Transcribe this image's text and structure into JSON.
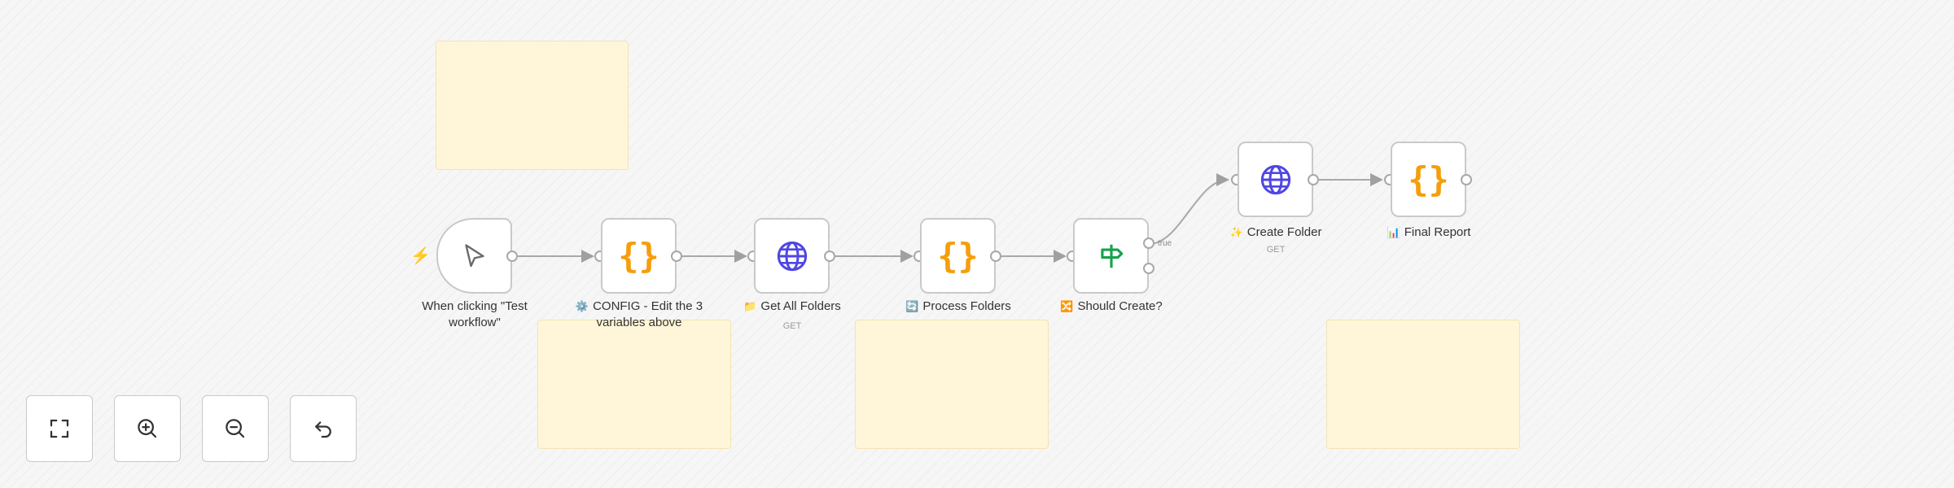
{
  "nodes": {
    "trigger": {
      "label": "When clicking \"Test workflow\""
    },
    "config": {
      "emoji": "⚙️",
      "label": "CONFIG - Edit the 3 variables above"
    },
    "get_folders": {
      "emoji": "📁",
      "label": "Get All Folders",
      "method": "GET"
    },
    "process": {
      "emoji": "🔄",
      "label": "Process Folders"
    },
    "should_create": {
      "emoji": "🔀",
      "label": "Should Create?",
      "true_branch": "true"
    },
    "create_folder": {
      "emoji": "✨",
      "label": "Create Folder",
      "method": "GET"
    },
    "final_report": {
      "emoji": "📊",
      "label": "Final Report"
    }
  },
  "colors": {
    "accent_blue": "#4f46e5",
    "code_orange": "#f59e0b",
    "if_green": "#16a34a",
    "trigger_red": "#ef4444",
    "sticky": "#fff6d9"
  },
  "controls": {
    "fit_view": "expand-icon",
    "zoom_in": "zoom-in-icon",
    "zoom_out": "zoom-out-icon",
    "undo": "undo-icon"
  }
}
